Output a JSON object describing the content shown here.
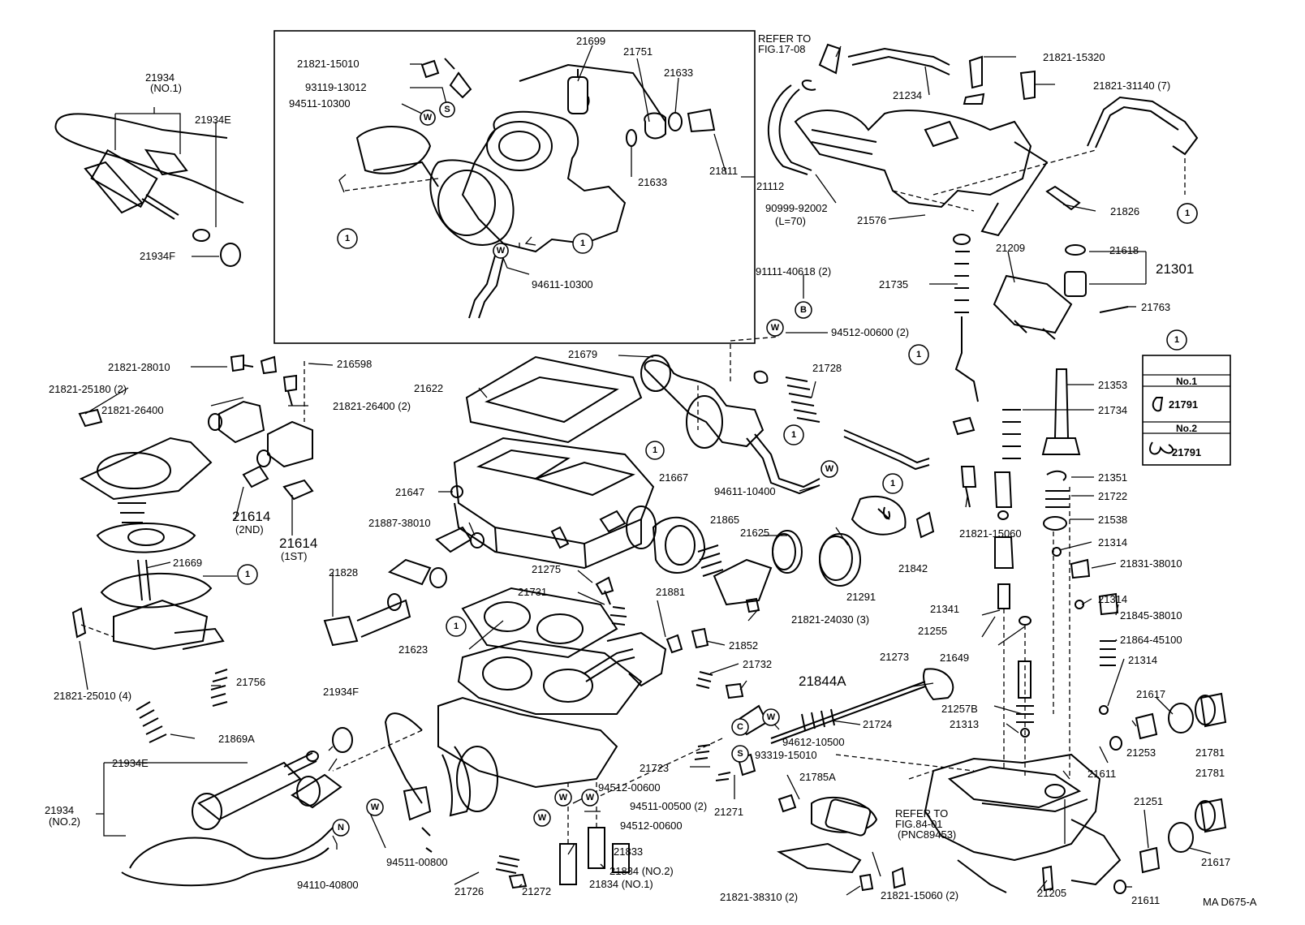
{
  "diagram_code": "MA  D675-A",
  "refers": {
    "fig17": [
      "REFER TO",
      "FIG.17-08"
    ],
    "fig84": [
      "REFER TO",
      "FIG.84-01",
      "(PNC89453)"
    ]
  },
  "legend": {
    "key": "1",
    "row1_head": "No.1",
    "row1_part": "21791",
    "row2_head": "No.2",
    "row2_part": "21791"
  },
  "callouts": {
    "one": "1",
    "w": "W",
    "s": "S",
    "b": "B",
    "c": "C",
    "n": "N"
  },
  "labels": [
    "21934",
    "(NO.1)",
    "21934E",
    "21934F",
    "21821-15010",
    "93119-13012",
    "94511-10300",
    "21699",
    "21751",
    "21633",
    "21633",
    "21811",
    "21112",
    "94611-10300",
    "21821-15320",
    "21821-31140 (7)",
    "21234",
    "90999-92002",
    "(L=70)",
    "21576",
    "21826",
    "21209",
    "21618",
    "21301",
    "21763",
    "91111-40618 (2)",
    "21735",
    "94512-00600 (2)",
    "21679",
    "21728",
    "21353",
    "21734",
    "21351",
    "21722",
    "21538",
    "21314",
    "21831-38010",
    "21314",
    "21845-38010",
    "21864-45100",
    "21314",
    "21821-28010",
    "21821-25180 (2)",
    "21821-26400",
    "216598",
    "21622",
    "21821-26400 (2)",
    "21614",
    "(2ND)",
    "21614",
    "(1ST)",
    "21647",
    "21887-38010",
    "21667",
    "21865",
    "21625",
    "94611-10400",
    "21821-15060",
    "21842",
    "21291",
    "21341",
    "21255",
    "21649",
    "21669",
    "21828",
    "21275",
    "21731",
    "21881",
    "21821-24030 (3)",
    "21852",
    "21623",
    "21273",
    "21732",
    "21844A",
    "21724",
    "94612-10500",
    "93319-15010",
    "21257B",
    "21313",
    "21617",
    "21781",
    "21253",
    "21611",
    "21781",
    "21251",
    "21617",
    "21821-25010 (4)",
    "21756",
    "21869A",
    "21934F",
    "21934E",
    "21934",
    "(NO.2)",
    "21723",
    "94512-00600",
    "94511-00500 (2)",
    "94512-00600",
    "21271",
    "21785A",
    "94110-40800",
    "94511-00800",
    "21833",
    "21834 (NO.2)",
    "21834 (NO.1)",
    "21726",
    "21272",
    "21821-38310 (2)",
    "21821-15060 (2)",
    "21205",
    "21611"
  ]
}
